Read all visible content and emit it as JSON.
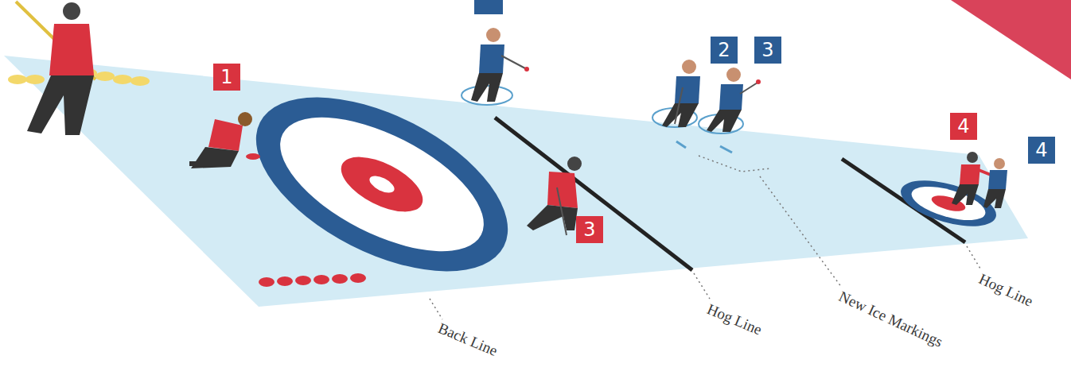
{
  "diagram": {
    "nodes": [
      {
        "text": [
          "1"
        ]
      },
      {
        "text": [
          "2"
        ]
      },
      {
        "text": [
          "3"
        ]
      },
      {
        "text": [
          "3"
        ]
      },
      {
        "text": [
          "4"
        ]
      },
      {
        "text": [
          "4"
        ]
      }
    ],
    "labels": [
      "Back Line",
      "Hog Line",
      "New Ice Markings",
      "Hog Line"
    ]
  }
}
